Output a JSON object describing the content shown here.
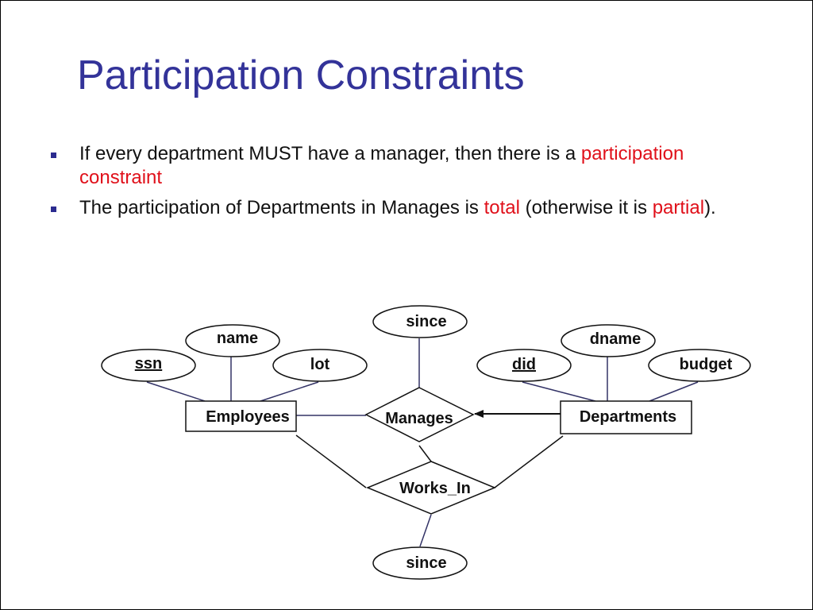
{
  "title": "Participation Constraints",
  "bullets": [
    {
      "segments": [
        {
          "text": "If every department MUST have a manager, then there  is a ",
          "highlight": false
        },
        {
          "text": "participation constraint",
          "highlight": true
        }
      ]
    },
    {
      "segments": [
        {
          "text": "The participation of Departments in Manages is ",
          "highlight": false
        },
        {
          "text": "total",
          "highlight": true
        },
        {
          "text": " (otherwise it is ",
          "highlight": false
        },
        {
          "text": "partial",
          "highlight": true
        },
        {
          "text": ").",
          "highlight": false
        }
      ]
    }
  ],
  "colors": {
    "title": "#333399",
    "highlight": "#e0101a",
    "connector": "#333366"
  },
  "diagram": {
    "entities": {
      "employees": "Employees",
      "departments": "Departments"
    },
    "relationships": {
      "manages": "Manages",
      "works_in": "Works_In"
    },
    "attributes": {
      "ssn": "ssn",
      "name": "name",
      "lot": "lot",
      "since_manages": "since",
      "did": "did",
      "dname": "dname",
      "budget": "budget",
      "since_works_in": "since"
    },
    "key_attributes": [
      "ssn",
      "did"
    ]
  }
}
